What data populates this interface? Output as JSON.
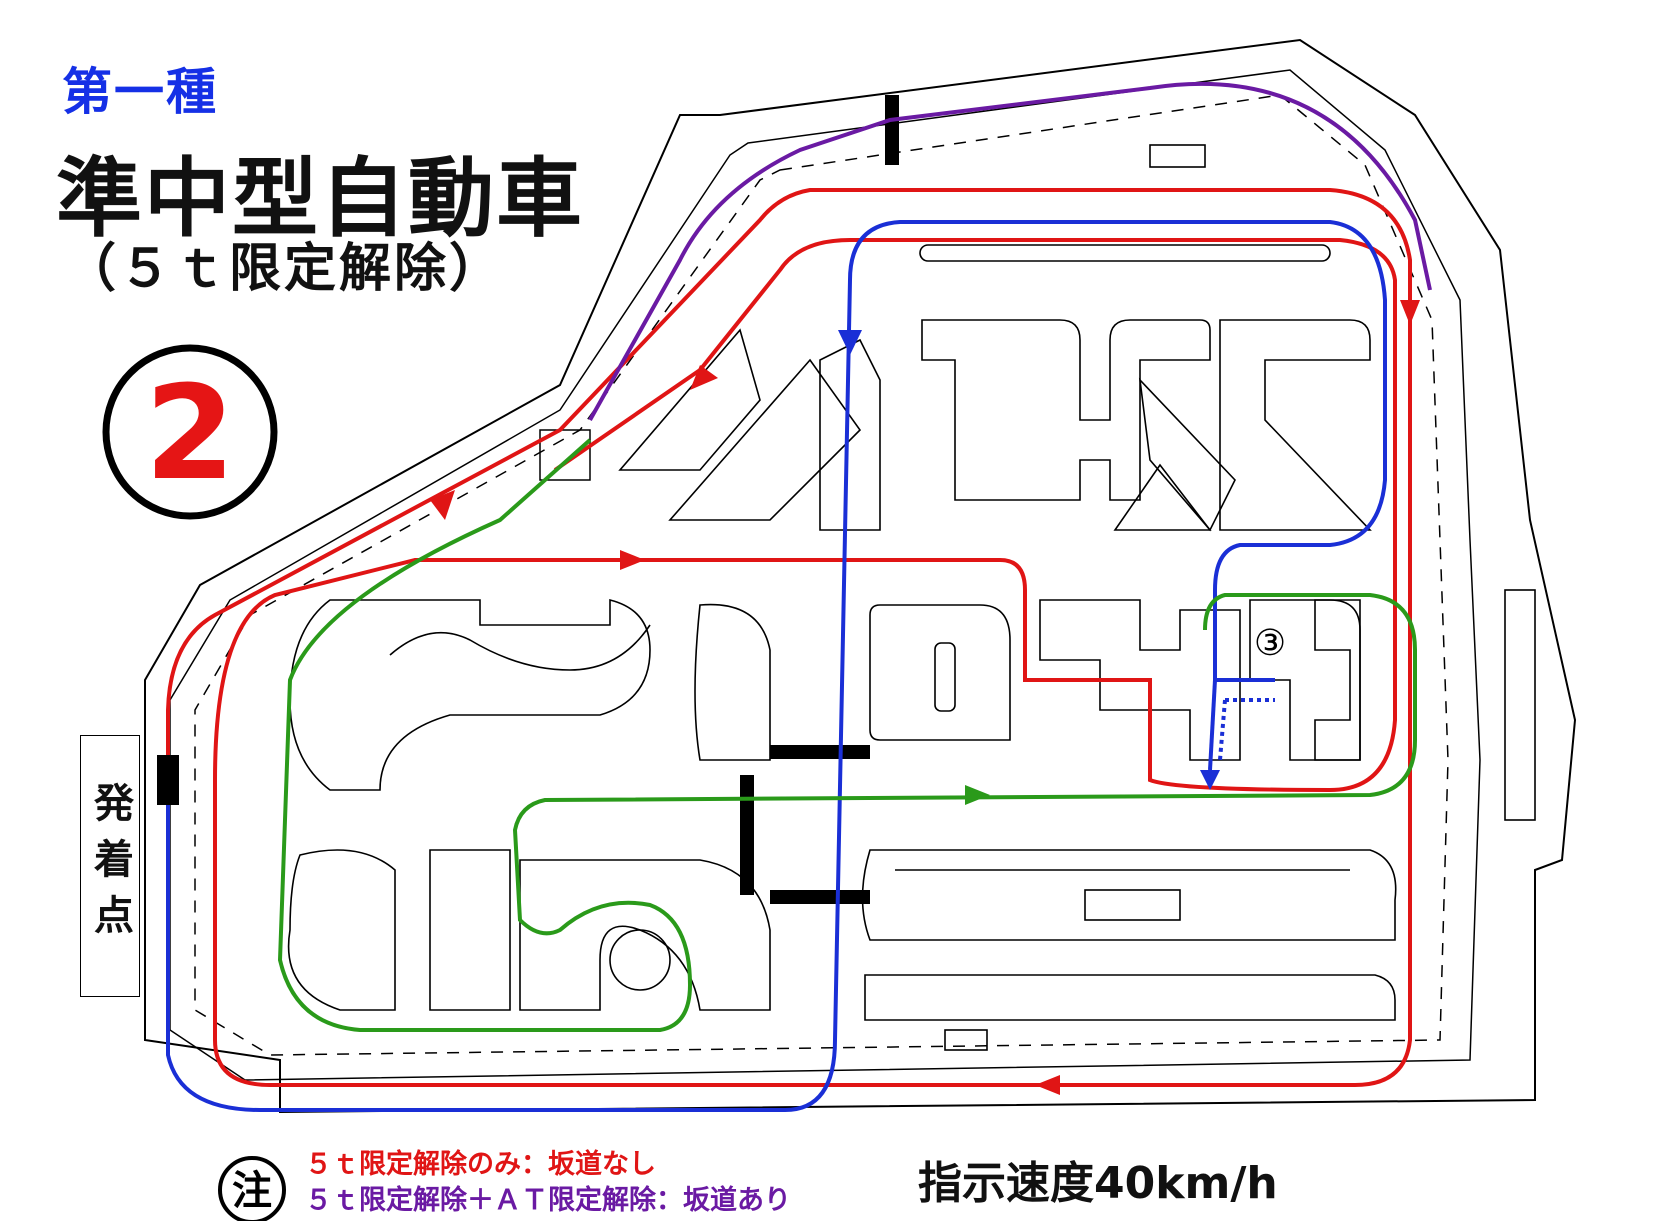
{
  "header": {
    "category": "第一種",
    "title": "準中型自動車",
    "subtitle": "（５ｔ限定解除）"
  },
  "course_number": "2",
  "course_badge_color": "#e51515",
  "start_point_label": "発着点",
  "point_marker": "③",
  "notes": {
    "icon_label": "注",
    "items": [
      {
        "text": "５ｔ限定解除のみ：坂道なし",
        "color": "#e01515"
      },
      {
        "text": "５ｔ限定解除＋ＡＴ限定解除：坂道あり",
        "color": "#6a1aa3"
      }
    ]
  },
  "speed_instruction": "指示速度40km/h",
  "route_colors": {
    "route_main": "#e01515",
    "route_at": "#6a1aa3",
    "route_blue": "#1a2fd6",
    "route_green": "#2a9a1a"
  }
}
